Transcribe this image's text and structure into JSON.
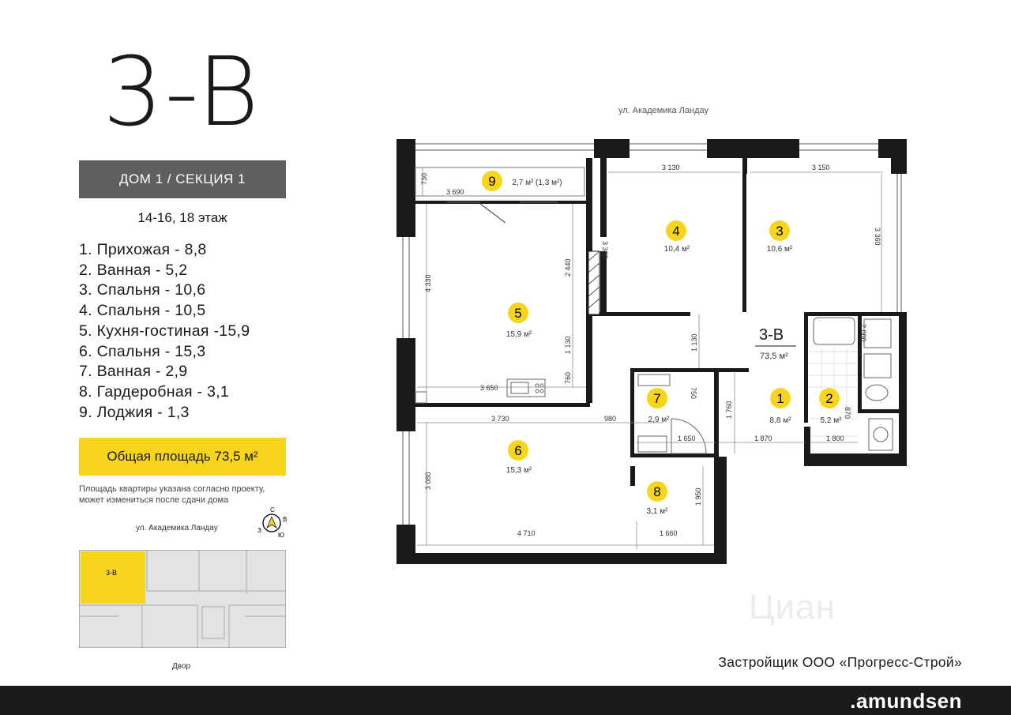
{
  "apartment": {
    "code": "3-B",
    "plan_label": "3-В"
  },
  "house_section": "ДОМ 1 / СЕКЦИЯ 1",
  "floors": "14-16, 18 этаж",
  "rooms": [
    {
      "text": "1. Прихожая - 8,8"
    },
    {
      "text": "2. Ванная - 5,2"
    },
    {
      "text": "3. Спальня - 10,6"
    },
    {
      "text": "4. Спальня - 10,5"
    },
    {
      "text": "5. Кухня-гостиная -15,9"
    },
    {
      "text": "6. Спальня - 15,3"
    },
    {
      "text": "7. Ванная - 2,9"
    },
    {
      "text": "8. Гардеробная - 3,1"
    },
    {
      "text": "9. Лоджия - 1,3"
    }
  ],
  "total_area": "Общая площадь 73,5 м²",
  "note": "Площадь квартиры указана согласно проекту, может измениться после сдачи дома",
  "street": "ул. Академика Ландау",
  "compass": {
    "n": "С",
    "e": "В",
    "s": "Ю",
    "w": "З"
  },
  "courtyard": "Двор",
  "minimap_label": "3-В",
  "developer": "Застройщик ООО «Прогресс-Строй»",
  "brand": ".amundsen",
  "watermark": "Циан",
  "plan": {
    "total": "73,5 м²",
    "rooms": [
      {
        "num": "1",
        "area": "8,8 м²"
      },
      {
        "num": "2",
        "area": "5,2 м²"
      },
      {
        "num": "3",
        "area": "10,6 м²"
      },
      {
        "num": "4",
        "area": "10,4 м²"
      },
      {
        "num": "5",
        "area": "15,9 м²"
      },
      {
        "num": "6",
        "area": "15,3 м²"
      },
      {
        "num": "7",
        "area": "2,9 м²"
      },
      {
        "num": "8",
        "area": "3,1 м²"
      },
      {
        "num": "9",
        "area": "2,7 м² (1,3 м²)"
      }
    ],
    "dims": {
      "d730": "730",
      "d3690": "3 690",
      "d3130": "3 130",
      "d3150": "3 150",
      "d3360a": "3 360",
      "d3360b": "3 360",
      "d4330": "4 330",
      "d2440": "2 440",
      "d1130a": "1 130",
      "d1130b": "1 130",
      "d760": "760",
      "d3650": "3 650",
      "d2000": "2 000",
      "d3730": "3 730",
      "d980": "980",
      "d750": "750",
      "d1760": "1 760",
      "d870": "870",
      "d1650": "1 650",
      "d1870": "1 870",
      "d1800": "1 800",
      "d3080": "3 080",
      "d1950": "1 950",
      "d4710": "4 710",
      "d1660": "1 660"
    }
  }
}
